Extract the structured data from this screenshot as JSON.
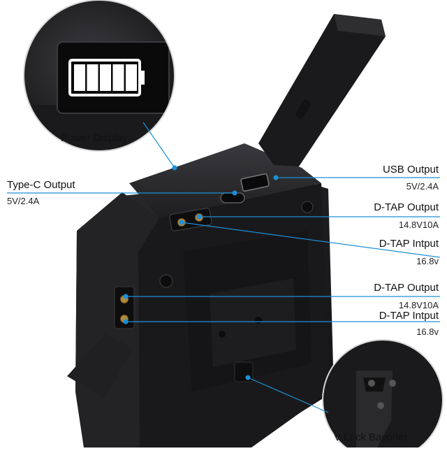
{
  "labels": {
    "power_display": "Power Display",
    "type_c_output": {
      "title": "Type-C Output",
      "spec": "5V/2.4A"
    },
    "usb_output": {
      "title": "USB Output",
      "spec": "5V/2.4A"
    },
    "dtap_output_top": {
      "title": "D-TAP Output",
      "spec": "14.8V10A"
    },
    "dtap_input_top": {
      "title": "D-TAP Intput",
      "spec": "16.8v"
    },
    "dtap_output_side": {
      "title": "D-TAP Output",
      "spec": "14.8V10A"
    },
    "dtap_input_side": {
      "title": "D-TAP Intput",
      "spec": "16.8v"
    },
    "v_lock": "V Lock Bayonet"
  },
  "battery_indicator": {
    "bars_filled": 5,
    "bars_total": 5
  },
  "colors": {
    "callout_line": "#1e8fd6",
    "body": "#1c1c1e",
    "indicator": "#ffffff"
  }
}
